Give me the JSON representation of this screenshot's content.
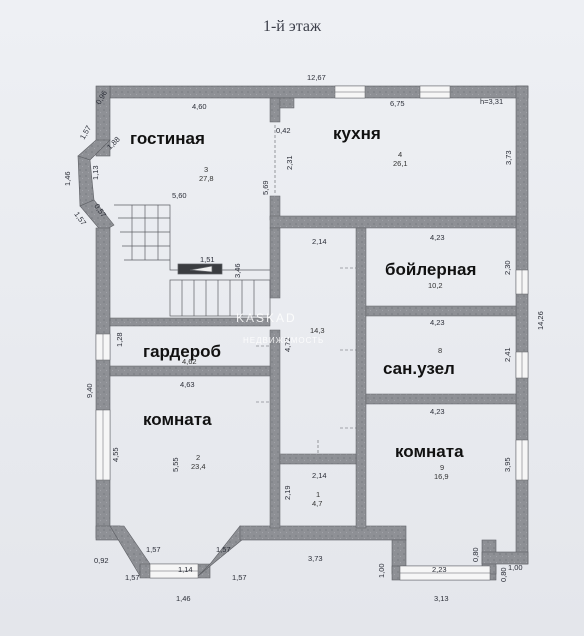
{
  "title": "1-й этаж",
  "rooms": {
    "living": "гостиная",
    "kitchen": "кухня",
    "boiler": "бойлерная",
    "wardrobe": "гардероб",
    "bath": "сан.узел",
    "room_left": "комната",
    "room_right": "комната"
  },
  "areas": {
    "living": "27,8",
    "kitchen": "26,1",
    "boiler": "10,2",
    "hall": "14,3",
    "wardrobe": "4,62",
    "room_left": "23,4",
    "room_right": "16,9",
    "small": "4,7"
  },
  "room_numbers": {
    "living": "3",
    "kitchen": "4",
    "bath": "8",
    "room_left": "2",
    "room_right": "9",
    "small": "1"
  },
  "dims": {
    "total_width": "12,67",
    "living_width": "4,60",
    "kitchen_width": "6,75",
    "kitchen_height": "h=3,31",
    "d042": "0,42",
    "d231": "2,31",
    "d373_kitchen": "3,73",
    "d560": "5,60",
    "d569": "5,69",
    "d214_top": "2,14",
    "d423_a": "4,23",
    "d230": "2,30",
    "d1426": "14,26",
    "d151": "1,51",
    "d346": "3,46",
    "d423_b": "4,23",
    "d241": "2,41",
    "d128": "1,28",
    "d472": "4,72",
    "d463": "4,63",
    "d940": "9,40",
    "d423_c": "4,23",
    "d455": "4,55",
    "d555": "5,55",
    "d395": "3,95",
    "d214_bot": "2,14",
    "d219": "2,19",
    "d092": "0,92",
    "d157_a": "1,57",
    "d157_b": "1,57",
    "d157_c": "1,57",
    "d157_d": "1,57",
    "d114": "1,14",
    "d146": "1,46",
    "d373_bot": "3,73",
    "d100_a": "1,00",
    "d100_b": "1,00",
    "d080_a": "0,80",
    "d080_b": "0,80",
    "d223": "2,23",
    "d313": "3,13",
    "bay_096": "0,96",
    "bay_157": "1,57",
    "bay_146": "1,46",
    "bay_113": "1,13",
    "bay_157b": "1,57",
    "bay_057": "0,57",
    "bay_188": "1,88"
  },
  "watermark": {
    "brand": "KASKAD",
    "sub": "НЕДВИЖИМОСТЬ"
  },
  "colors": {
    "wall": "#8d8f93",
    "wall_edge": "#5d5f64",
    "window_fill": "#f6f6f6"
  }
}
